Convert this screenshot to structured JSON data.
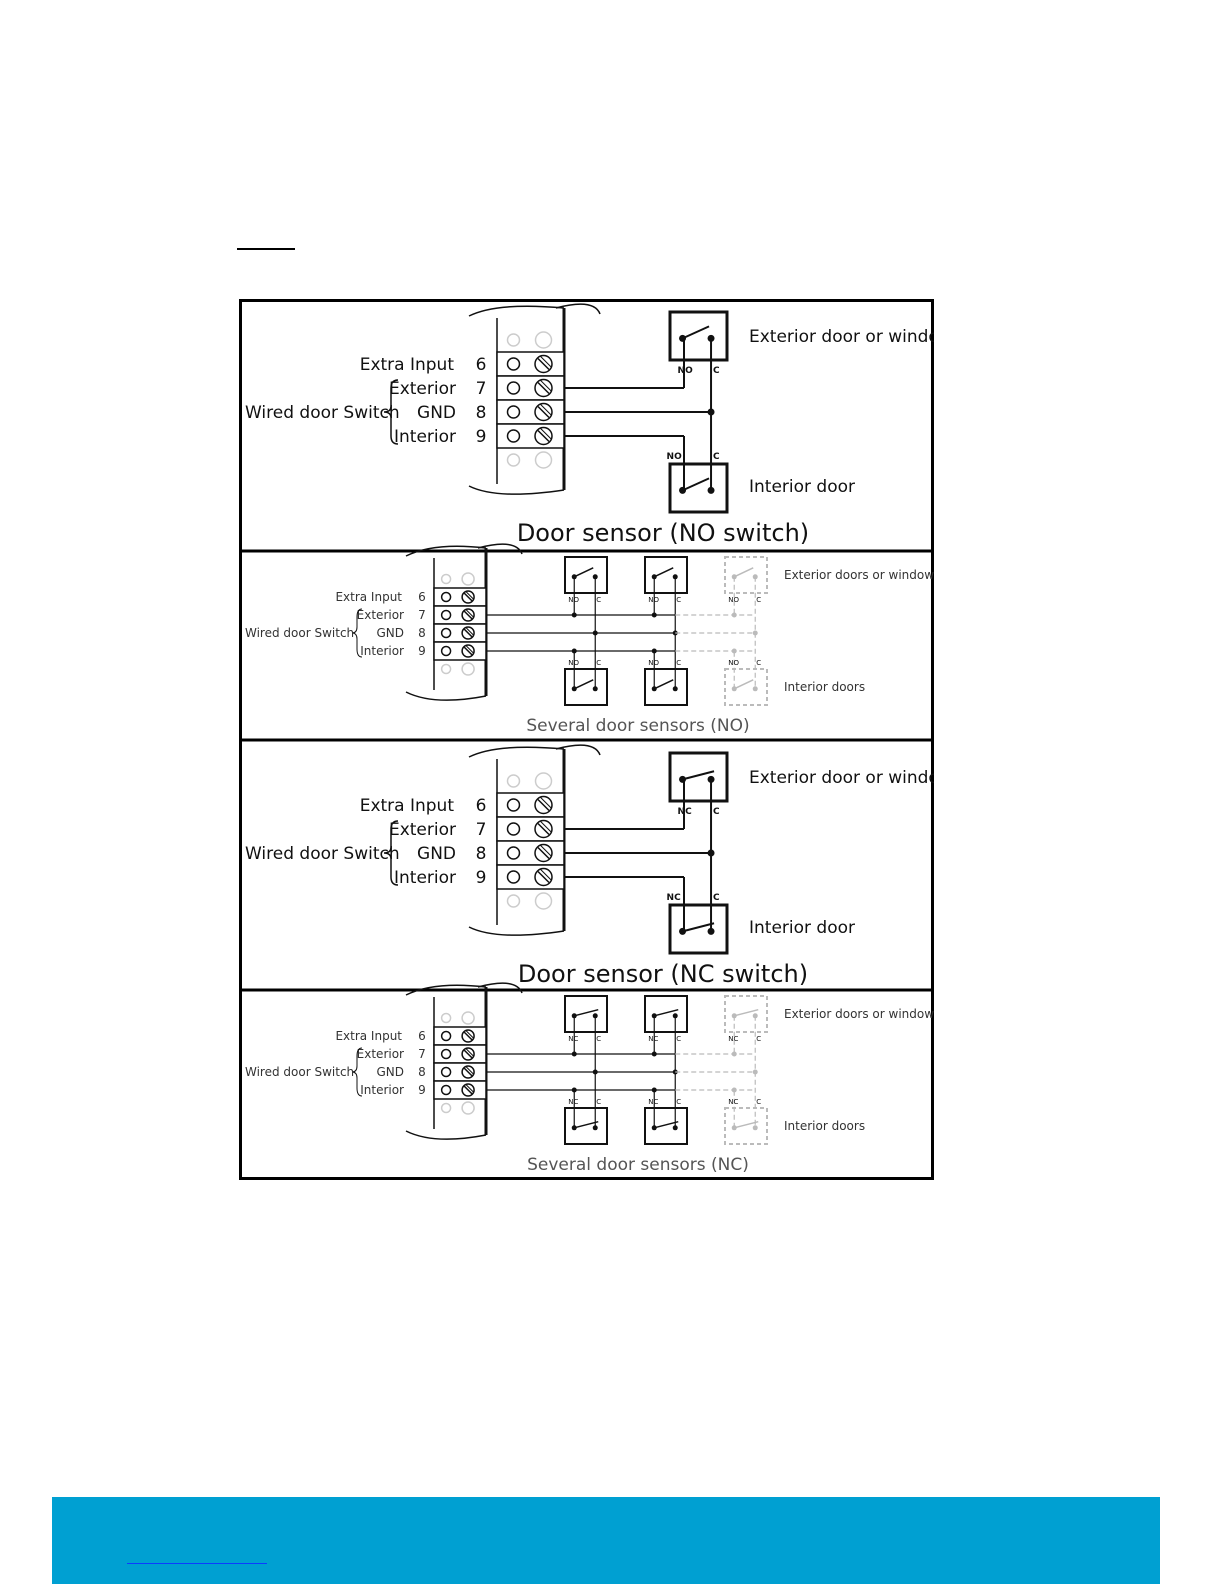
{
  "panels": [
    {
      "variant": "large",
      "switch_type": "NO",
      "terminals": [
        {
          "label": "Extra Input",
          "number": "6"
        },
        {
          "label": "Exterior",
          "number": "7"
        },
        {
          "label": "GND",
          "number": "8"
        },
        {
          "label": "Interior",
          "number": "9"
        }
      ],
      "group_label": "Wired door Switch",
      "exterior_label": "Exterior door or window",
      "interior_label": "Interior door",
      "contact_left": "NO",
      "contact_right": "C",
      "caption": "Door sensor (NO switch)"
    },
    {
      "variant": "small",
      "switch_type": "NO",
      "terminals": [
        {
          "label": "Extra Input",
          "number": "6"
        },
        {
          "label": "Exterior",
          "number": "7"
        },
        {
          "label": "GND",
          "number": "8"
        },
        {
          "label": "Interior",
          "number": "9"
        }
      ],
      "group_label": "Wired door Switch",
      "exterior_label": "Exterior doors or windows",
      "interior_label": "Interior doors",
      "contact_left": "NO",
      "contact_right": "C",
      "caption": "Several door sensors (NO)"
    },
    {
      "variant": "large",
      "switch_type": "NC",
      "terminals": [
        {
          "label": "Extra Input",
          "number": "6"
        },
        {
          "label": "Exterior",
          "number": "7"
        },
        {
          "label": "GND",
          "number": "8"
        },
        {
          "label": "Interior",
          "number": "9"
        }
      ],
      "group_label": "Wired door Switch",
      "exterior_label": "Exterior door or window",
      "interior_label": "Interior door",
      "contact_left": "NC",
      "contact_right": "C",
      "caption": "Door sensor (NC switch)"
    },
    {
      "variant": "small",
      "switch_type": "NC",
      "terminals": [
        {
          "label": "Extra Input",
          "number": "6"
        },
        {
          "label": "Exterior",
          "number": "7"
        },
        {
          "label": "GND",
          "number": "8"
        },
        {
          "label": "Interior",
          "number": "9"
        }
      ],
      "group_label": "Wired door Switch",
      "exterior_label": "Exterior doors or windows",
      "interior_label": "Interior doors",
      "contact_left": "NC",
      "contact_right": "C",
      "caption": "Several door sensors (NC)"
    }
  ]
}
